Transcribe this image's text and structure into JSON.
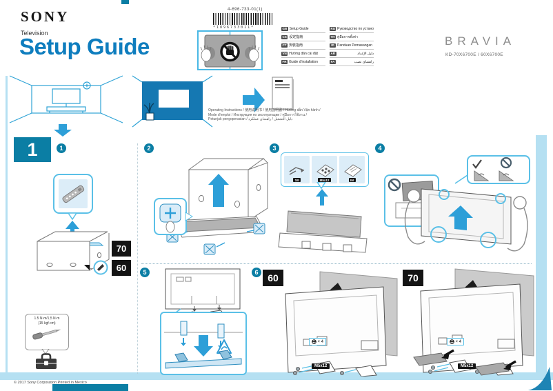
{
  "header": {
    "brand": "SONY",
    "product_type": "Television",
    "title": "Setup Guide",
    "part_number": "4-696-733-01(1)",
    "barcode_text": "*1896733011*"
  },
  "bravia": {
    "logo": "BRAVIA",
    "models": "KD-70X6700E / 60X6700E"
  },
  "languages": {
    "left": [
      {
        "tag": "GB",
        "label": "Setup Guide"
      },
      {
        "tag": "CS",
        "label": "设定指南"
      },
      {
        "tag": "CT",
        "label": "安裝指南"
      },
      {
        "tag": "VN",
        "label": "Hướng dẫn cài đặt"
      },
      {
        "tag": "FR",
        "label": "Guide d'installation"
      }
    ],
    "right": [
      {
        "tag": "RU",
        "label": "Руководство по установке"
      },
      {
        "tag": "TH",
        "label": "คู่มือการตั้งค่า"
      },
      {
        "tag": "ID",
        "label": "Panduan Pemasangan"
      },
      {
        "tag": "AR",
        "label": "دليل الإعداد"
      },
      {
        "tag": "FA",
        "label": "راهنمای نصب"
      }
    ]
  },
  "manual_note": {
    "line1": "Operating Instructions / 使用说明书 / 使用說明書 / Hướng dẫn Vận hành /",
    "line2": "Mode d'emploi / Инструкция по эксплуатации / คู่มือการใช้งาน /",
    "line3": "Petunjuk pengoperasian / دليل التشغيل / راهنمای عملکرد"
  },
  "steps": {
    "section_number": "1",
    "sub": [
      "1",
      "2",
      "3",
      "4",
      "5",
      "6"
    ]
  },
  "sizes": {
    "s70": "70",
    "s60": "60"
  },
  "accessories": {
    "tags": [
      "1B",
      "M5x12",
      "IM"
    ]
  },
  "hardware": {
    "screw_tag": "M5x12",
    "screw_count": "× 4"
  },
  "torque": {
    "line1": "1.5 N·m/1,5 N·m",
    "line2": "{15 kgf·cm}"
  },
  "footer": {
    "copyright": "© 2017 Sony Corporation   Printed in Mexico"
  },
  "colors": {
    "accent_teal": "#0b7ea4",
    "arrow_blue": "#2d9fd8",
    "callout_cyan": "#5ac0e7",
    "title_blue": "#0e7dbe"
  }
}
